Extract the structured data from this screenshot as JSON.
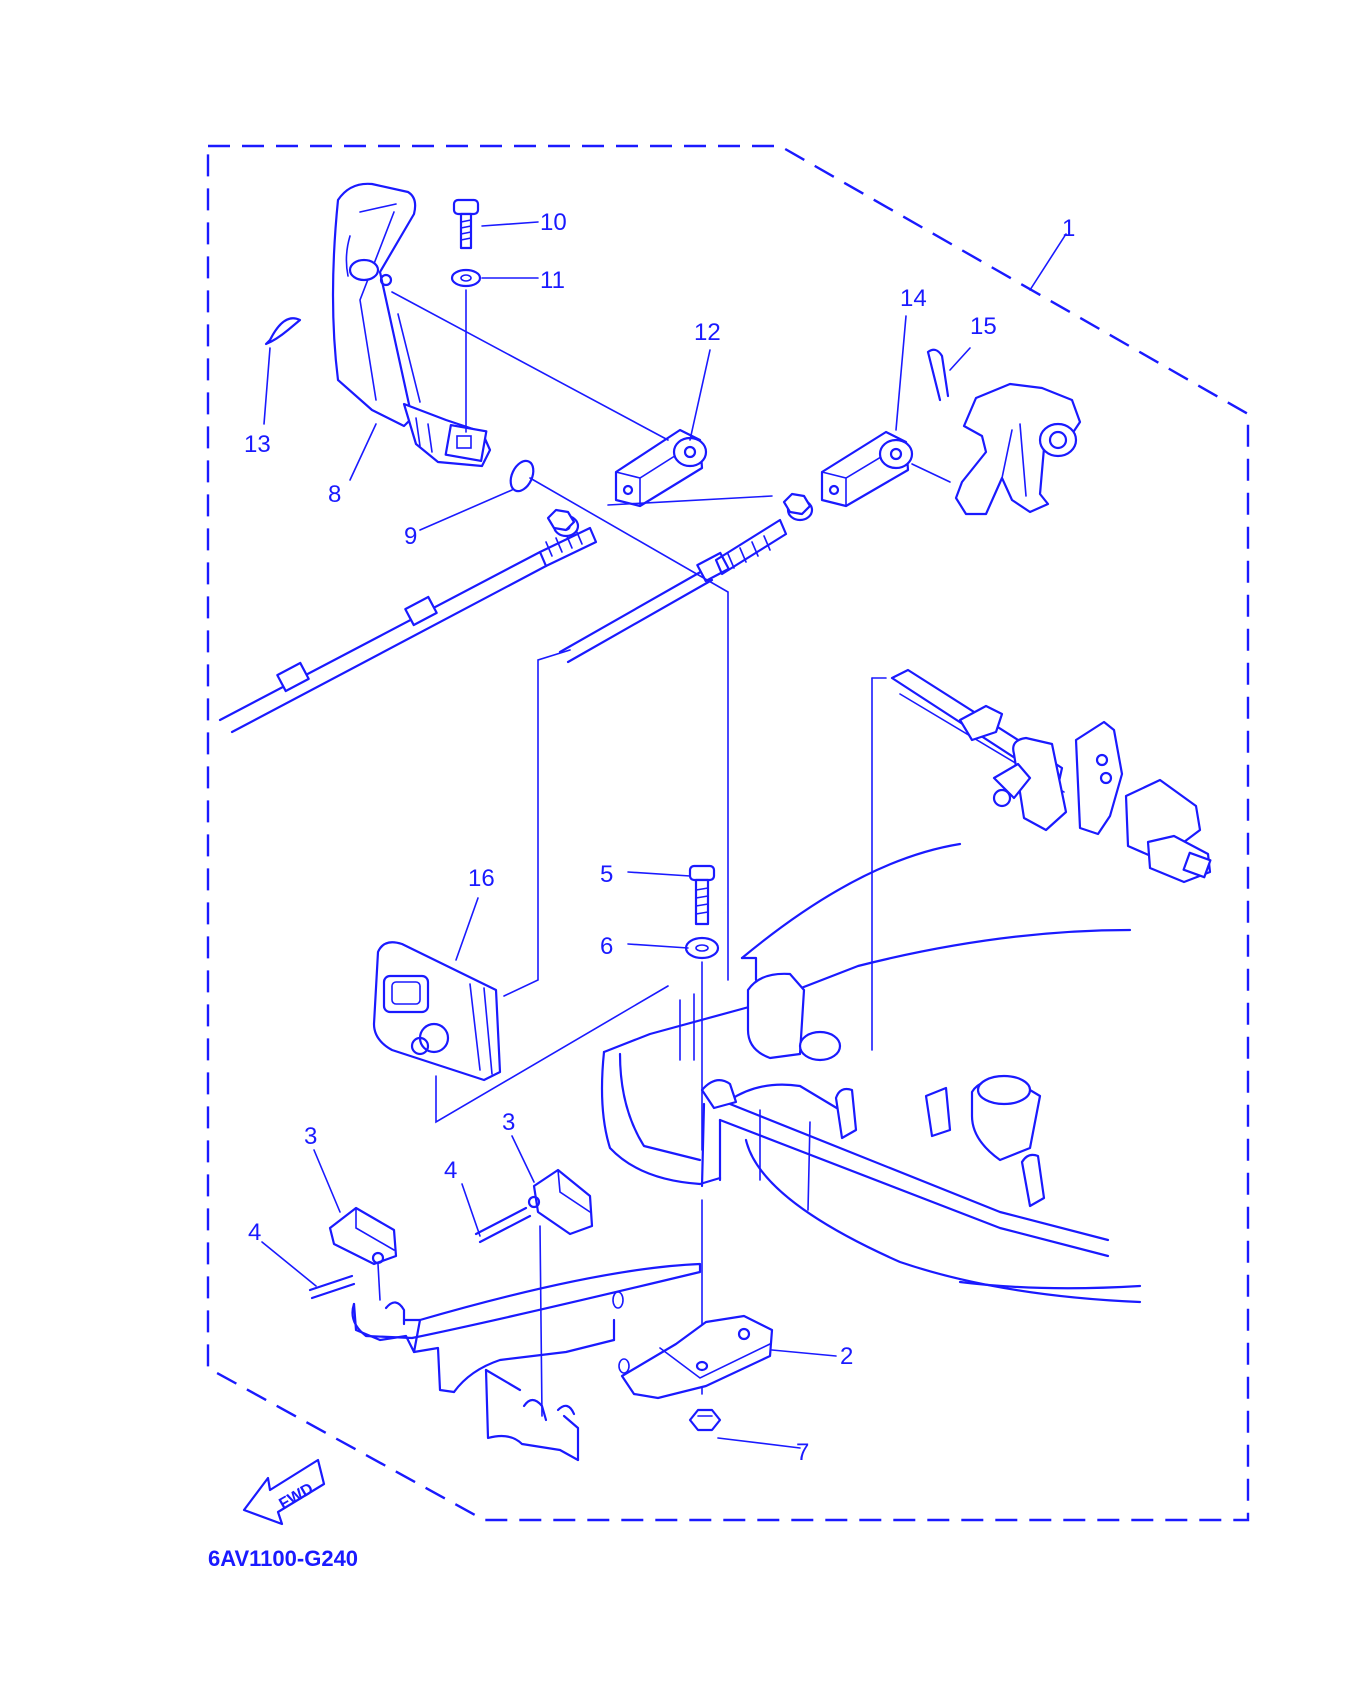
{
  "diagram": {
    "callouts": [
      {
        "id": "1",
        "text": "1"
      },
      {
        "id": "2",
        "text": "2"
      },
      {
        "id": "3a",
        "text": "3"
      },
      {
        "id": "3b",
        "text": "3"
      },
      {
        "id": "4a",
        "text": "4"
      },
      {
        "id": "4b",
        "text": "4"
      },
      {
        "id": "5",
        "text": "5"
      },
      {
        "id": "6",
        "text": "6"
      },
      {
        "id": "7",
        "text": "7"
      },
      {
        "id": "8",
        "text": "8"
      },
      {
        "id": "9",
        "text": "9"
      },
      {
        "id": "10",
        "text": "10"
      },
      {
        "id": "11",
        "text": "11"
      },
      {
        "id": "12",
        "text": "12"
      },
      {
        "id": "13",
        "text": "13"
      },
      {
        "id": "14",
        "text": "14"
      },
      {
        "id": "15",
        "text": "15"
      },
      {
        "id": "16",
        "text": "16"
      }
    ],
    "fwd_label": "FWD",
    "drawing_code": "6AV1100-G240",
    "line_color": "#1a1aff"
  }
}
